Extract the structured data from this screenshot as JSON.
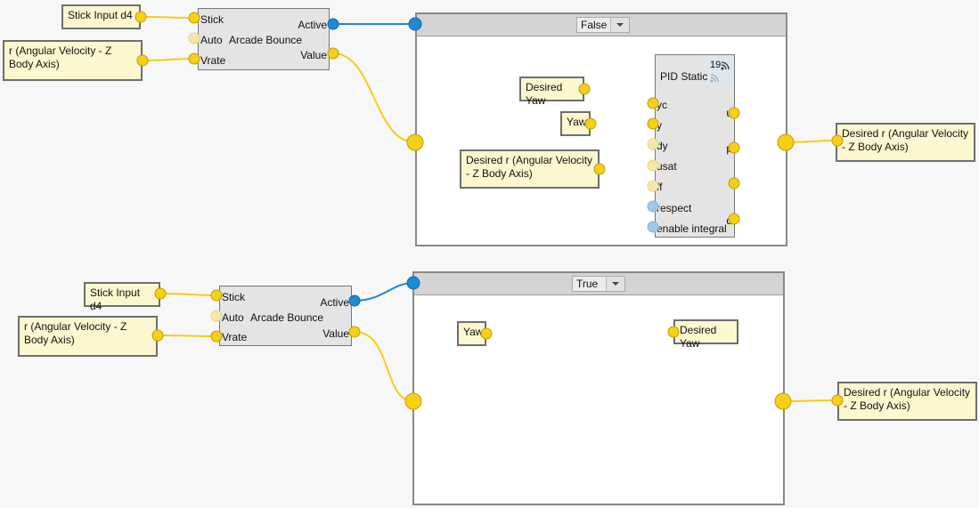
{
  "top": {
    "var_stick": "Stick Input d4",
    "var_rate": "r (Angular Velocity - Z Body Axis)",
    "block": {
      "title": "Arcade Bounce",
      "in1": "Stick",
      "in2": "Auto",
      "in3": "Vrate",
      "out1": "Active",
      "out2": "Value"
    },
    "subsystem": {
      "state": "False"
    },
    "pid": {
      "title": "PID Static",
      "badge": "19",
      "inputs": [
        "yc",
        "y",
        "dy",
        "usat",
        "ff",
        "respect",
        "enable integral"
      ],
      "outputs": [
        "u",
        "p",
        "i",
        "d"
      ]
    },
    "var_desired_yaw": "Desired Yaw",
    "var_yaw": "Yaw",
    "var_desired_r_in": "Desired r (Angular Velocity - Z Body Axis)",
    "var_desired_r_out": "Desired r (Angular Velocity - Z Body Axis)"
  },
  "bottom": {
    "var_stick": "Stick Input d4",
    "var_rate": "r (Angular Velocity - Z Body Axis)",
    "block": {
      "title": "Arcade Bounce",
      "in1": "Stick",
      "in2": "Auto",
      "in3": "Vrate",
      "out1": "Active",
      "out2": "Value"
    },
    "subsystem": {
      "state": "True"
    },
    "var_yaw": "Yaw",
    "var_desired_yaw": "Desired Yaw",
    "var_desired_r_out": "Desired r (Angular Velocity - Z Body Axis)"
  },
  "colors": {
    "wire_data": "#f2cd1a",
    "wire_bool": "#1d86d6",
    "port_data": "#f7cf14",
    "port_bool": "#1e8ad8",
    "port_disabled": "#f6e7a8",
    "port_bool_disabled": "#9cc8e8",
    "var_bg": "#fdf7cf"
  }
}
